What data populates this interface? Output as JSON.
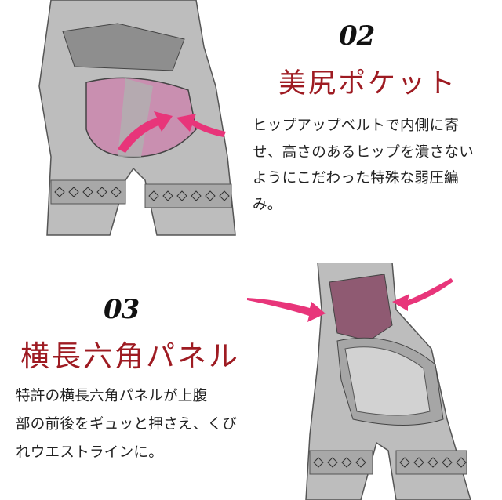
{
  "section_02": {
    "number": "02",
    "title": "美尻ポケット",
    "body_lines": [
      "ヒップアップベルトで内側に寄",
      "せ、高さのあるヒップを潰さない",
      "ようにこだわった特殊な弱圧編",
      "み。"
    ]
  },
  "section_03": {
    "number": "03",
    "title": "横長六角パネル",
    "body_lines": [
      "特許の横長六角パネルが上腹",
      "部の前後をギュッと押さえ、くび",
      "れウエストラインに。"
    ]
  },
  "colors": {
    "title": "#9e1b22",
    "arrow": "#e8357a",
    "garment": "#b8b8b8",
    "pocket": "#c98fb0",
    "panel": "#8f5a72"
  }
}
